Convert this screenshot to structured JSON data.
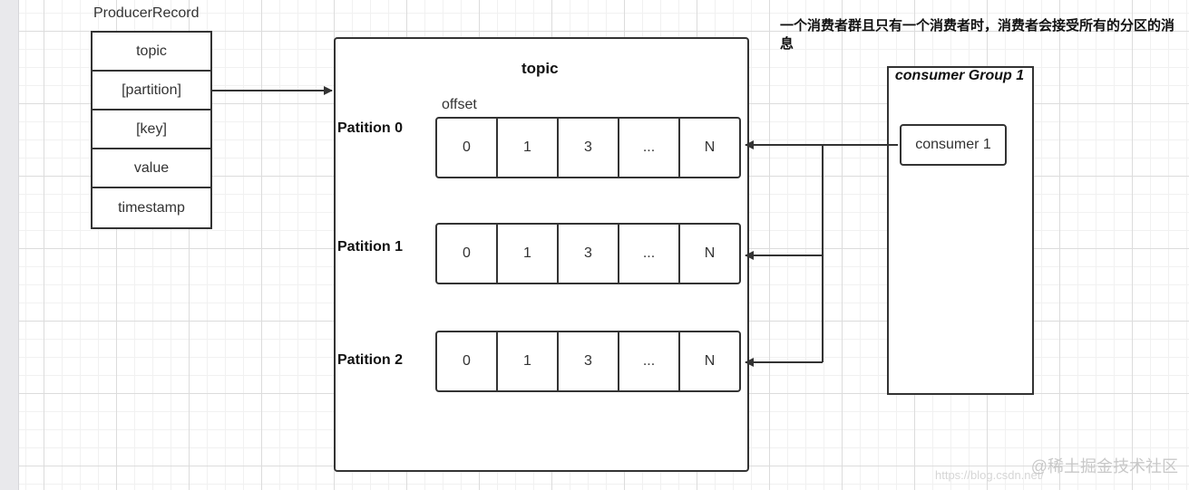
{
  "producer_record": {
    "title": "ProducerRecord",
    "fields": [
      "topic",
      "[partition]",
      "[key]",
      "value",
      "timestamp"
    ]
  },
  "topic": {
    "title": "topic",
    "offset_label": "offset",
    "partitions": [
      {
        "label": "Patition 0",
        "cells": [
          "0",
          "1",
          "3",
          "...",
          "N"
        ]
      },
      {
        "label": "Patition 1",
        "cells": [
          "0",
          "1",
          "3",
          "...",
          "N"
        ]
      },
      {
        "label": "Patition 2",
        "cells": [
          "0",
          "1",
          "3",
          "...",
          "N"
        ]
      }
    ]
  },
  "note": "一个消费者群且只有一个消费者时，消费者会接受所有的分区的消息",
  "consumer_group": {
    "title": "consumer Group 1",
    "consumer": "consumer 1"
  },
  "watermark": "@稀土掘金技术社区",
  "url_mark": "https://blog.csdn.net/"
}
